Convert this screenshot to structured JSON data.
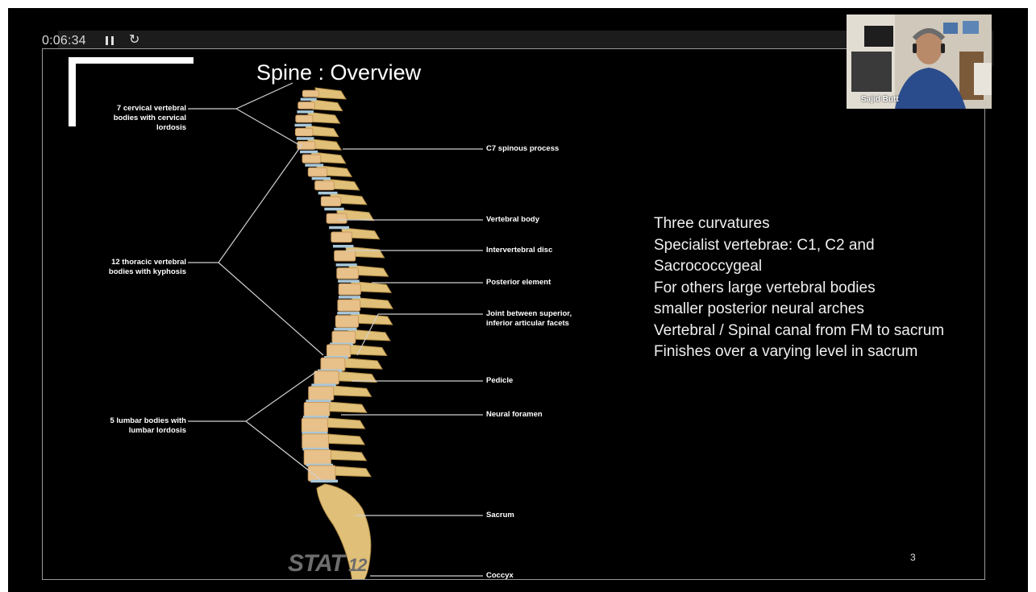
{
  "player": {
    "timer": "0:06:34"
  },
  "slide": {
    "title": "Spine : Overview",
    "number": "3",
    "watermark": "STAT",
    "left_labels": [
      {
        "id": "cervical",
        "text": "7 cervical vertebral\nbodies with cervical\nlordosis"
      },
      {
        "id": "thoracic",
        "text": "12 thoracic vertebral\nbodies with kyphosis"
      },
      {
        "id": "lumbar",
        "text": "5 lumbar bodies with\nlumbar lordosis"
      }
    ],
    "right_labels": [
      "C7 spinous process",
      "Vertebral body",
      "Intervertebral disc",
      "Posterior element",
      "Joint between superior,\ninferior articular facets",
      "Pedicle",
      "Neural foramen",
      "Sacrum",
      "Coccyx"
    ],
    "bullets": [
      "Three curvatures",
      "Specialist vertebrae: C1, C2 and",
      "Sacrococcygeal",
      "For others large vertebral bodies",
      "smaller posterior neural arches",
      "Vertebral / Spinal canal from FM to sacrum",
      "Finishes over a varying level in sacrum"
    ]
  },
  "participant": {
    "name": "Sajid Butt"
  },
  "colors": {
    "bone": "#e8c08a",
    "bone_shadow": "#c99a5e",
    "disc": "#a9c7d8",
    "posterior": "#e0c078",
    "leader": "#d0d0d0"
  }
}
